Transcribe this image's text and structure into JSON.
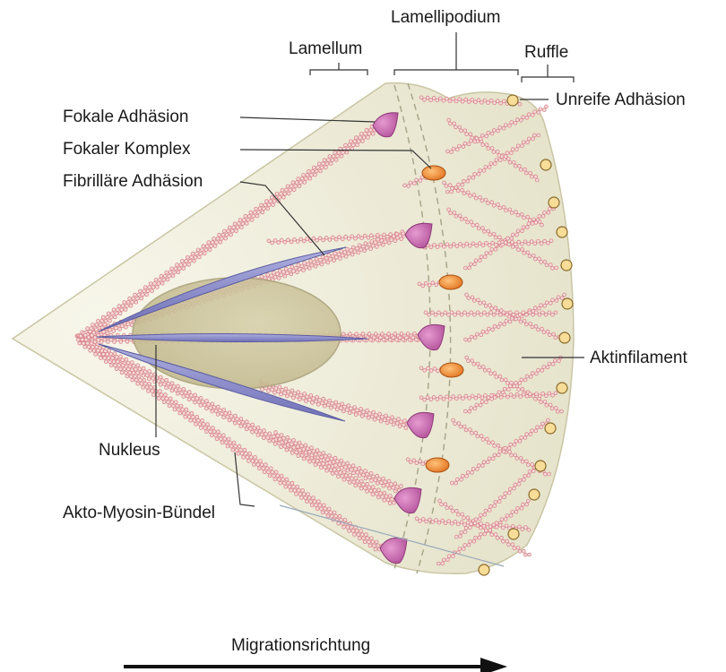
{
  "labels": {
    "lamellum": "Lamellum",
    "lamellipodium": "Lamellipodium",
    "ruffle": "Ruffle",
    "fokale_adhaesion": "Fokale Adhäsion",
    "fokaler_komplex": "Fokaler Komplex",
    "fibrillaere_adhaesion": "Fibrilläre Adhäsion",
    "unreife_adhaesion": "Unreife Adhäsion",
    "aktinfilament": "Aktinfilament",
    "nukleus": "Nukleus",
    "akto_myosin_buendel": "Akto-Myosin-Bündel",
    "migrationsrichtung": "Migrationsrichtung"
  },
  "colors": {
    "cell_fill": "#e9e7d2",
    "cell_stroke": "#c9c6a4",
    "nucleus": "#c9c29a",
    "actin": "#e7a0a4",
    "focal_adhesion": "#c66aa8",
    "focal_complex": "#f08c30",
    "nascent_adhesion": "#f7dd98",
    "fibrillar_adhesion": "#8b88cc",
    "arrow": "#111111"
  }
}
